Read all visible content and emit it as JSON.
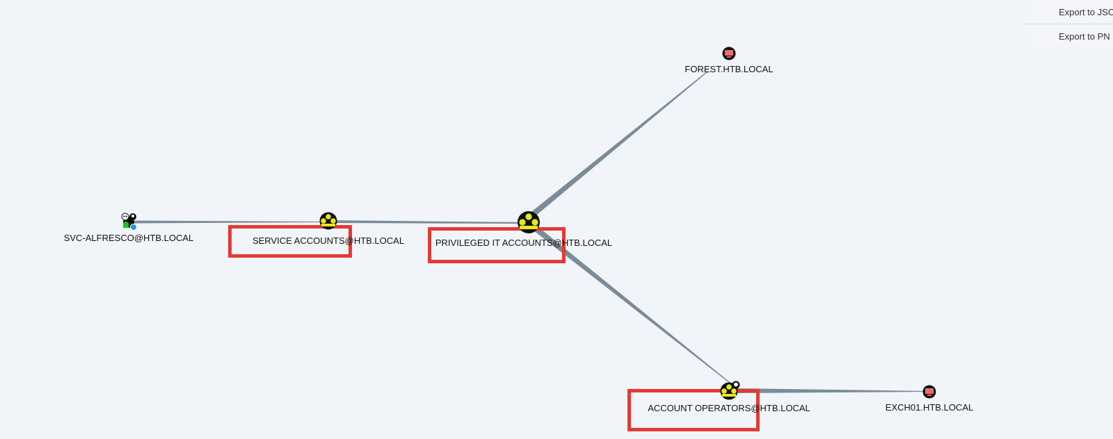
{
  "export_menu": {
    "export_json_label": "Export to JSO",
    "export_png_label": "Export to PN"
  },
  "graph": {
    "nodes": {
      "svc_alfresco": {
        "label": "SVC-ALFRESCO@HTB.LOCAL",
        "type": "user"
      },
      "service_accounts": {
        "label": "SERVICE ACCOUNTS@HTB.LOCAL",
        "type": "group"
      },
      "privileged_it_accounts": {
        "label": "PRIVILEGED IT ACCOUNTS@HTB.LOCAL",
        "type": "group"
      },
      "forest": {
        "label": "FOREST.HTB.LOCAL",
        "type": "computer"
      },
      "account_operators": {
        "label": "ACCOUNT OPERATORS@HTB.LOCAL",
        "type": "group"
      },
      "exch01": {
        "label": "EXCH01.HTB.LOCAL",
        "type": "computer"
      }
    },
    "edges": [
      {
        "from": "svc_alfresco",
        "to": "service_accounts"
      },
      {
        "from": "service_accounts",
        "to": "privileged_it_accounts"
      },
      {
        "from": "privileged_it_accounts",
        "to": "forest"
      },
      {
        "from": "privileged_it_accounts",
        "to": "account_operators"
      },
      {
        "from": "account_operators",
        "to": "exch01"
      }
    ],
    "highlighted_nodes": [
      "service_accounts",
      "privileged_it_accounts",
      "account_operators"
    ],
    "colors": {
      "background": "#f1f5f9",
      "edge": "#7b8c98",
      "highlight": "#e53935",
      "group_fill": "#e8e81c",
      "computer_fill": "#ef6b6b",
      "user_fill": "#17c717",
      "node_dark": "#111111"
    }
  }
}
